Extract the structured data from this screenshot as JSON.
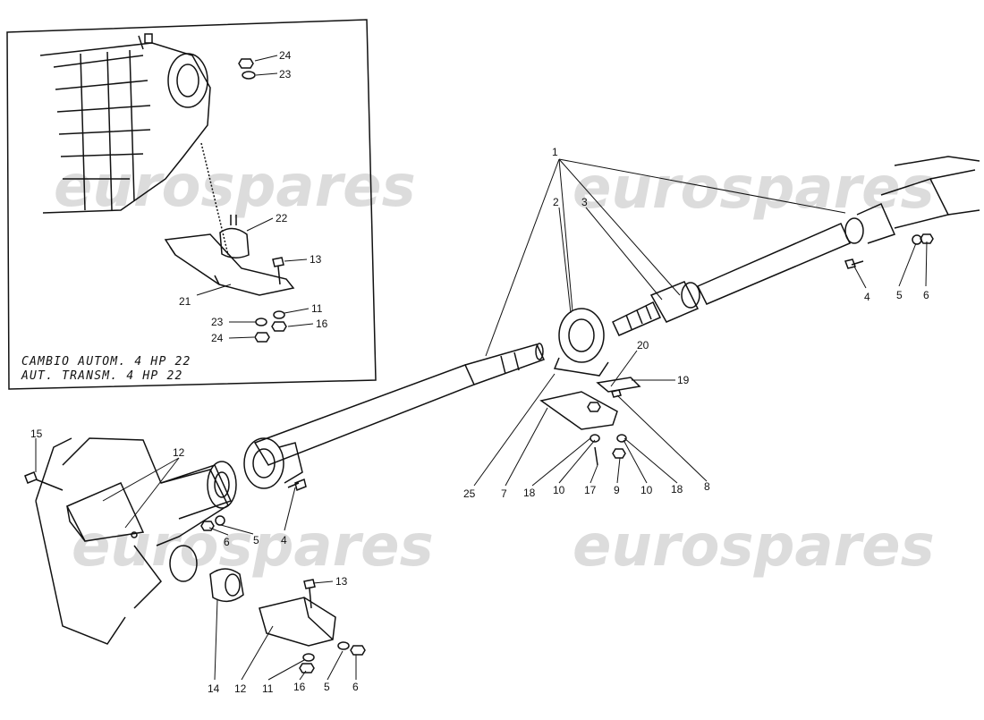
{
  "inset": {
    "caption_line1": "CAMBIO AUTOM. 4 HP 22",
    "caption_line2": "AUT. TRANSM. 4 HP 22"
  },
  "watermark": "eurospares",
  "callouts": {
    "c1": "1",
    "c2": "2",
    "c3": "3",
    "c4r": "4",
    "c5r": "5",
    "c6r": "6",
    "c7": "7",
    "c8": "8",
    "c9": "9",
    "c10a": "10",
    "c10b": "10",
    "c11": "11",
    "c12a": "12",
    "c12b": "12",
    "c13": "13",
    "c14": "14",
    "c15": "15",
    "c16": "16",
    "c17": "17",
    "c18a": "18",
    "c18b": "18",
    "c19": "19",
    "c20": "20",
    "c25": "25",
    "c4l": "4",
    "c5l": "5",
    "c6l": "6",
    "c5b": "5",
    "c6b": "6",
    "i24a": "24",
    "i23a": "23",
    "i22": "22",
    "i13": "13",
    "i21": "21",
    "i11": "11",
    "i23b": "23",
    "i16": "16",
    "i24b": "24"
  },
  "colors": {
    "ink": "#111111",
    "watermark": "#d9d9d9"
  }
}
